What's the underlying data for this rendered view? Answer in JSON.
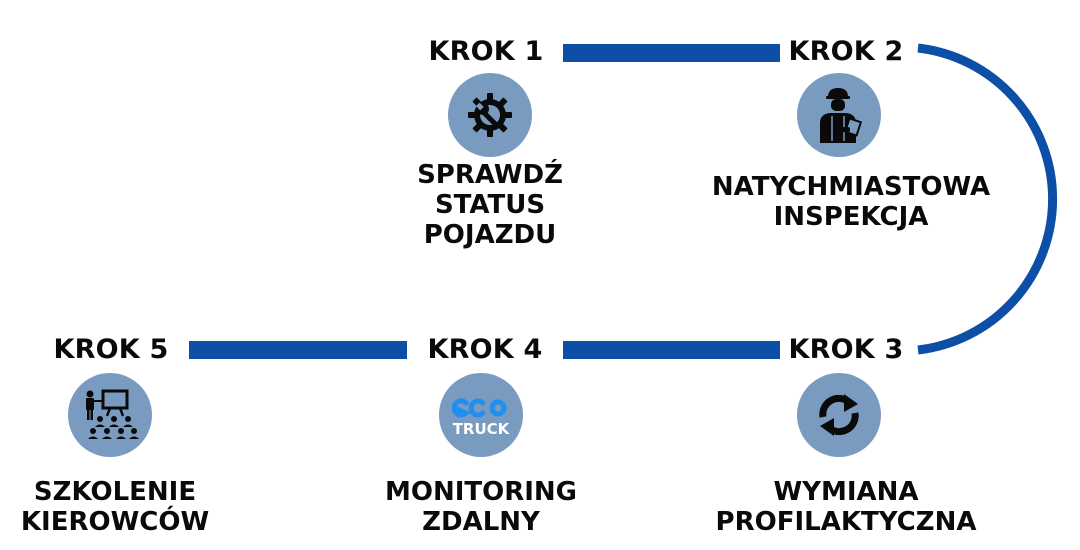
{
  "colors": {
    "connector": "#0d4ea6",
    "circle": "#7a9bc0",
    "icon": "#0a0a0a",
    "eco": "#1f8ff0",
    "text": "#0a0a0a"
  },
  "steps": [
    {
      "label": "KROK 1",
      "title_lines": [
        "SPRAWDŹ",
        "STATUS",
        "POJAZDU"
      ],
      "icon": "gear-wrench-icon"
    },
    {
      "label": "KROK 2",
      "title_lines": [
        "NATYCHMIASTOWA",
        "INSPEKCJA"
      ],
      "icon": "inspector-worker-icon"
    },
    {
      "label": "KROK 3",
      "title_lines": [
        "WYMIANA",
        "PROFILAKTYCZNA"
      ],
      "icon": "refresh-arrows-icon"
    },
    {
      "label": "KROK 4",
      "title_lines": [
        "MONITORING",
        "ZDALNY"
      ],
      "icon": "eco-truck-logo",
      "logo_text_bottom": "TRUCK"
    },
    {
      "label": "KROK 5",
      "title_lines": [
        "SZKOLENIE",
        "KIEROWCÓW"
      ],
      "icon": "training-presentation-icon"
    }
  ]
}
